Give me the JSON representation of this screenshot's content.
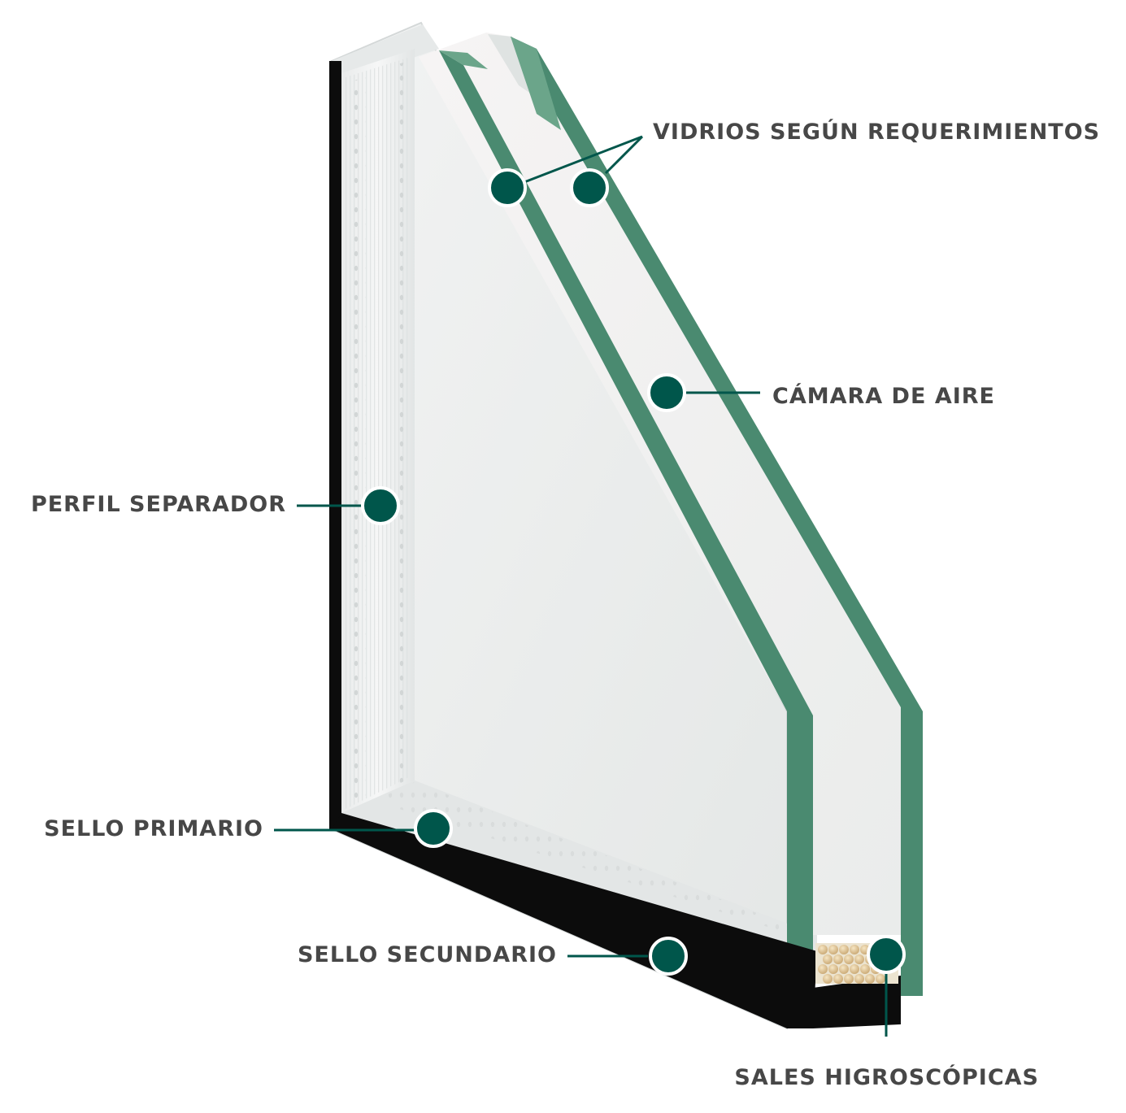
{
  "labels": {
    "vidrios": "VIDRIOS SEGÚN REQUERIMIENTOS",
    "camara": "CÁMARA DE AIRE",
    "perfil": "PERFIL SEPARADOR",
    "sello_primario": "SELLO PRIMARIO",
    "sello_secundario": "SELLO SECUNDARIO",
    "sales": "SALES HIGROSCÓPICAS"
  },
  "colors": {
    "marker": "#00564b",
    "leader": "#00564b",
    "glass_edge": "#4a8a70",
    "seal": "#0c0c0c",
    "label": "#474747"
  }
}
